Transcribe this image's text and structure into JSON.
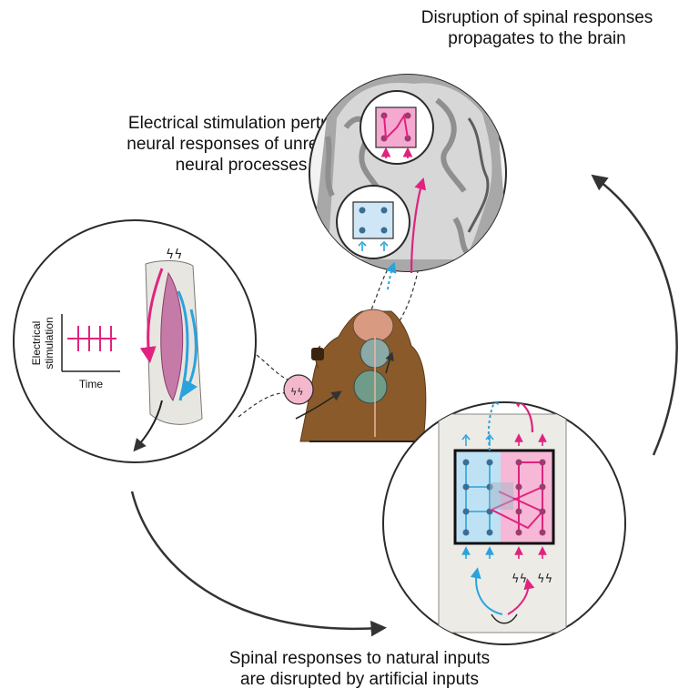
{
  "captions": {
    "top_line1": "Disruption of spinal responses",
    "top_line2": "propagates to the brain",
    "left_line1": "Electrical stimulation perturbs",
    "left_line2": "neural responses of unrelated",
    "left_line3": "neural processes",
    "bottom_line1": "Spinal responses to natural inputs",
    "bottom_line2": "are disrupted by artificial inputs"
  },
  "stim_plot": {
    "ylabel_line1": "Electrical",
    "ylabel_line2": "stimulation",
    "xlabel": "Time"
  },
  "colors": {
    "natural": "#2aa3dc",
    "artificial": "#e0237f",
    "brain_gray": "#bdbdbd",
    "skin": "#8a5a2b",
    "outline": "#2b2b2b"
  }
}
